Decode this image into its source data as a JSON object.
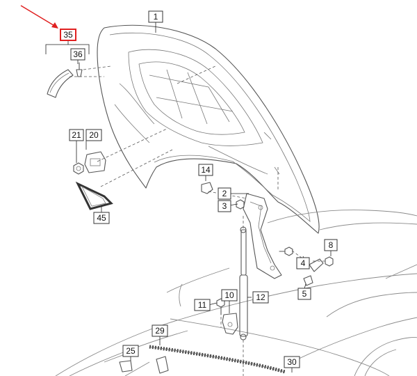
{
  "callouts": {
    "c1": "1",
    "c2": "2",
    "c3": "3",
    "c4": "4",
    "c5": "5",
    "c8": "8",
    "c10": "10",
    "c11": "11",
    "c12": "12",
    "c14": "14",
    "c20": "20",
    "c21": "21",
    "c25": "25",
    "c29": "29",
    "c30": "30",
    "c35": "35",
    "c36": "36",
    "c45": "45"
  },
  "highlighted_callout": "35",
  "colors": {
    "highlight": "#e02020",
    "line": "#555555"
  }
}
